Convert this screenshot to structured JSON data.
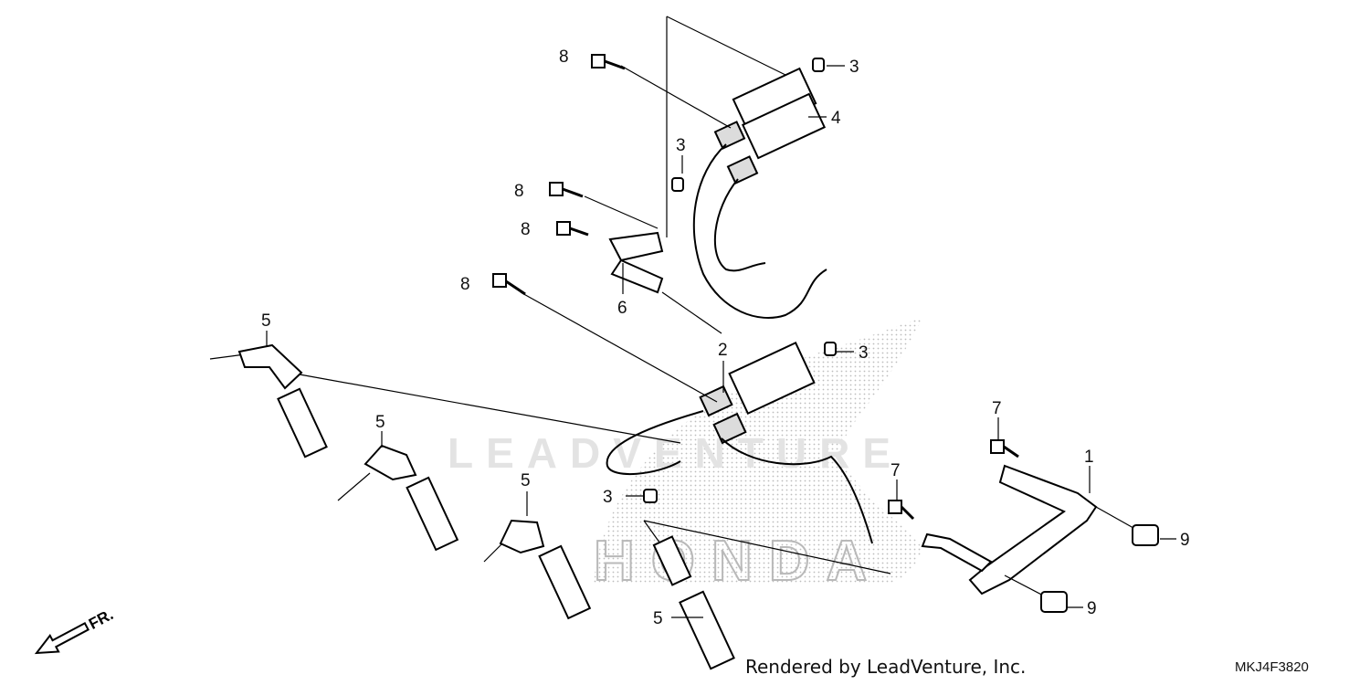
{
  "diagram": {
    "watermark": {
      "brand": "LEADVENTURE",
      "honda": "HONDA"
    },
    "callouts": [
      {
        "id": "c8a",
        "label": "8"
      },
      {
        "id": "c3a",
        "label": "3"
      },
      {
        "id": "c4",
        "label": "4"
      },
      {
        "id": "c3b",
        "label": "3"
      },
      {
        "id": "c8b",
        "label": "8"
      },
      {
        "id": "c8c",
        "label": "8"
      },
      {
        "id": "c8d",
        "label": "8"
      },
      {
        "id": "c6",
        "label": "6"
      },
      {
        "id": "c5a",
        "label": "5"
      },
      {
        "id": "c2",
        "label": "2"
      },
      {
        "id": "c3c",
        "label": "3"
      },
      {
        "id": "c5b",
        "label": "5"
      },
      {
        "id": "c5c",
        "label": "5"
      },
      {
        "id": "c3d",
        "label": "3"
      },
      {
        "id": "c5d",
        "label": "5"
      },
      {
        "id": "c7a",
        "label": "7"
      },
      {
        "id": "c1",
        "label": "1"
      },
      {
        "id": "c7b",
        "label": "7"
      },
      {
        "id": "c9a",
        "label": "9"
      },
      {
        "id": "c9b",
        "label": "9"
      }
    ],
    "front_indicator": "FR.",
    "credit": "Rendered by LeadVenture, Inc.",
    "diagram_code": "MKJ4F3820"
  }
}
